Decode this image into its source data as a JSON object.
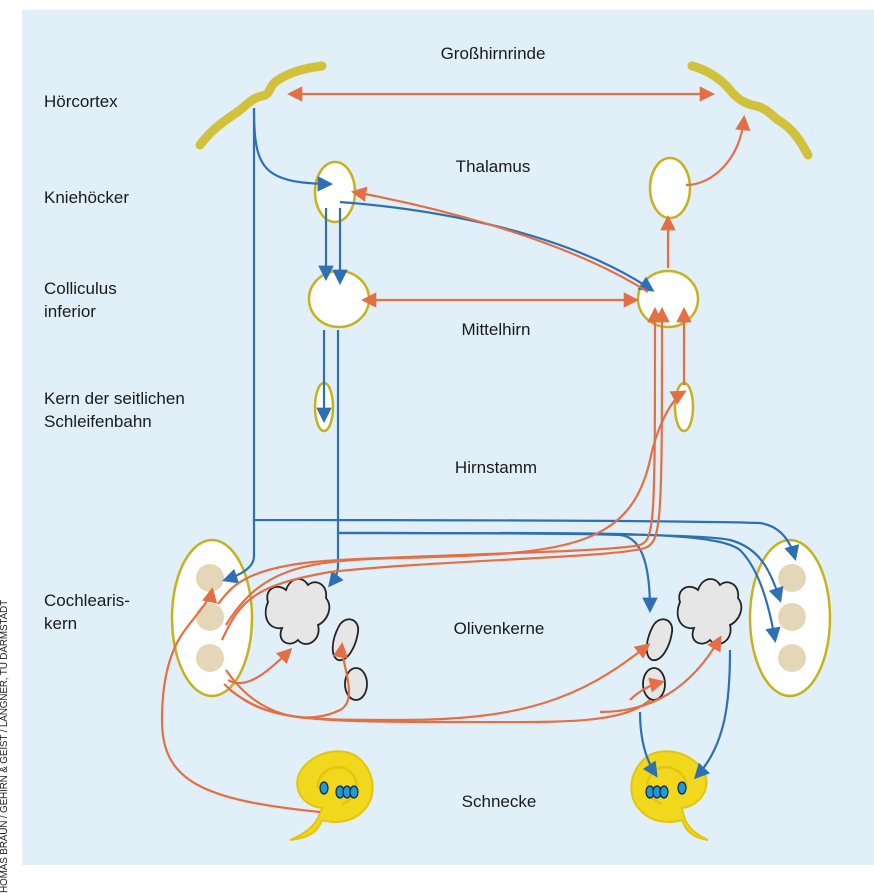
{
  "credit": "HOMAS BRAUN / GEHIRN & GEIST / LANGNER, TU DARMSTADT",
  "labels": {
    "cortex_top": "Großhirnrinde",
    "hoercortex": "Hörcortex",
    "thalamus": "Thalamus",
    "kniehoecker": "Kniehöcker",
    "colliculus_1": "Colliculus",
    "colliculus_2": "inferior",
    "mittelhirn": "Mittelhirn",
    "kern_1": "Kern der seitlichen",
    "kern_2": "Schleifenbahn",
    "hirnstamm": "Hirnstamm",
    "cochlearis_1": "Cochlearis-",
    "cochlearis_2": "kern",
    "olivenkerne": "Olivenkerne",
    "schnecke": "Schnecke"
  },
  "colors": {
    "background": "#e1f0f8",
    "nucleus_outline": "#c6b21e",
    "nucleus_fill": "#ffffff",
    "cortex": "#d2c13a",
    "olive_fill": "#e6e6e6",
    "cochlea": "#f2d81c",
    "hair_cells": "#1e9ad6",
    "cell_body": "#e3d7b8",
    "efferent_path": "#2f6fb3",
    "afferent_path": "#e46f45"
  }
}
